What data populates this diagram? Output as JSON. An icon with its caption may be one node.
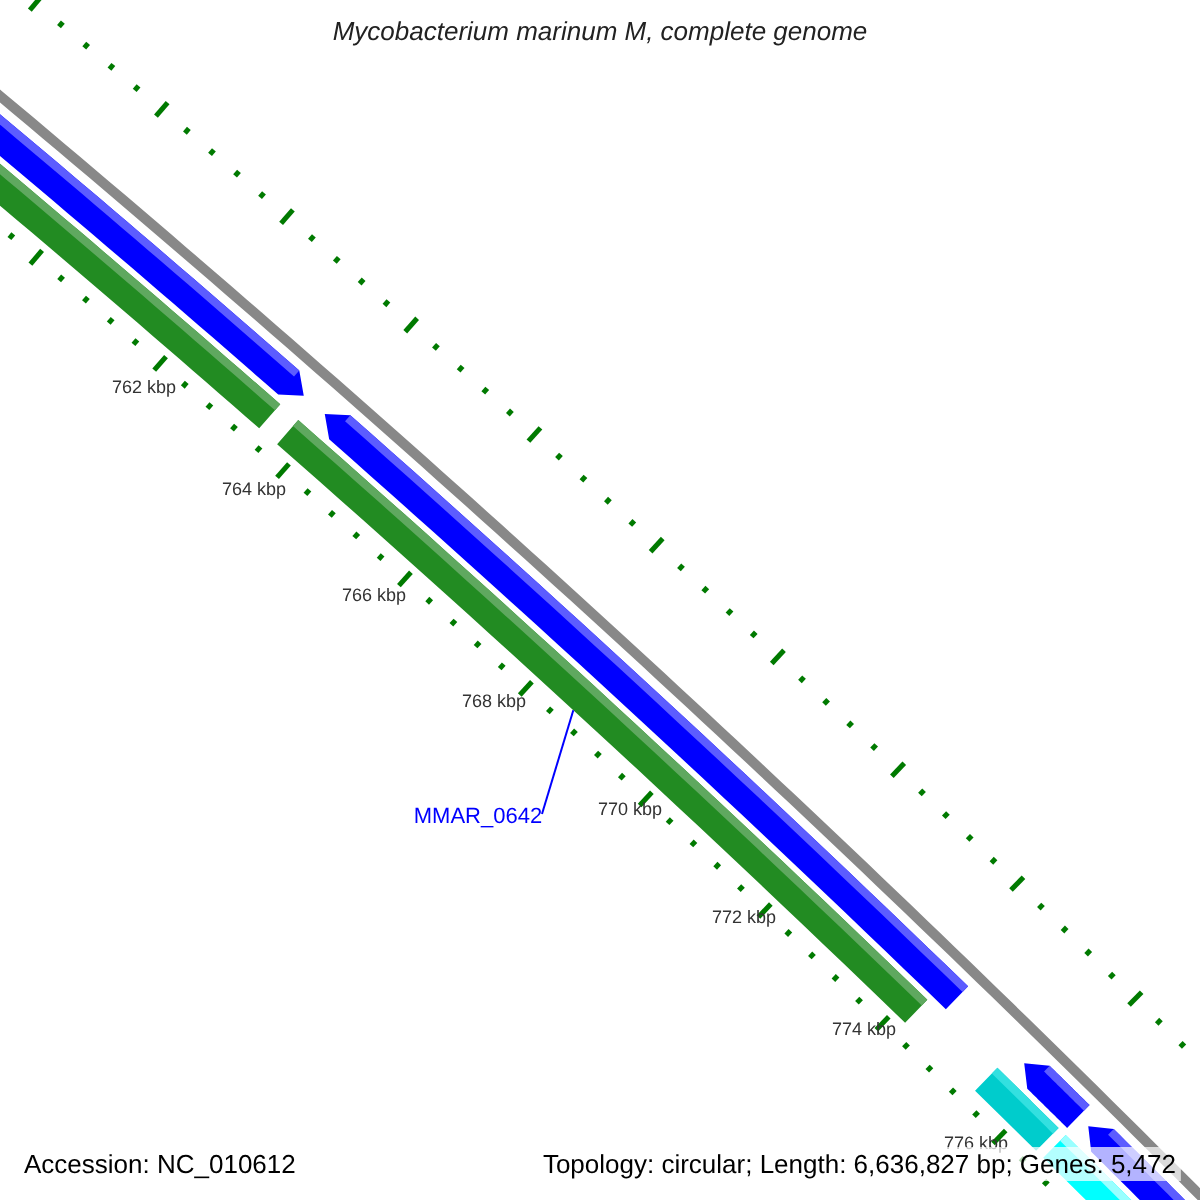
{
  "diagram": {
    "title": "Mycobacterium marinum M, complete genome",
    "nodes": [
      {
        "text": [
          "MMAR_0642"
        ]
      },
      {
        "text": [],
        "shape": "bar"
      }
    ],
    "edges": [
      {
        "from": 0,
        "to": 1,
        "arrow": "none",
        "color": "#0000ff"
      }
    ],
    "labels": [
      "762 kbp",
      "764 kbp",
      "766 kbp",
      "768 kbp",
      "770 kbp",
      "772 kbp",
      "774 kbp",
      "776 kbp",
      "Accession: NC_010612",
      "Topology: circular; Length: 6,636,827 bp; Genes: 5,472"
    ]
  }
}
